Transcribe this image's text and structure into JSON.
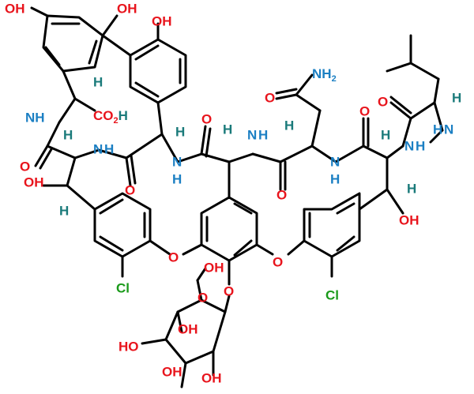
{
  "colors": {
    "bond": "#000000",
    "oxygen": "#e8141c",
    "nitrogen": "#1b7fc3",
    "hydrogen": "#1a7a7a",
    "chlorine": "#1a9a1a"
  },
  "labels": {
    "oh_top_left": "OH",
    "oh_top_mid": "OH",
    "oh_phenol_right": "OH",
    "nh2_amide": "NH",
    "nh2_sub": "2",
    "o_amide_side": "O",
    "nh_left": "NH",
    "co2h": "CO",
    "co2h_sub": "2",
    "co2h_h": "H",
    "o_ring_left": "O",
    "oh_left_benzylic": "OH",
    "h_left_upper": "H",
    "h_left_benzylic": "H",
    "h_left_chain": "H",
    "nh_a1": "N",
    "nh_a1_h": "H",
    "o_a1": "O",
    "nh_a2": "N",
    "nh_a2_h": "H",
    "o_a2": "O",
    "h_a3": "H",
    "nh_a3": "N",
    "nh_a3_h": "H",
    "o_a3": "O",
    "h_asn": "H",
    "nh_a4": "N",
    "nh_a4_h": "H",
    "o_a4": "O",
    "h_a5": "H",
    "nh_a5": "N",
    "nh_a5_h": "H",
    "o_leu": "O",
    "h_leu": "H",
    "nh_methyl": "N",
    "nh_methyl_h": "H",
    "oh_right_benzylic": "OH",
    "h_right_benzylic": "H",
    "o_ether_left": "O",
    "o_ether_right": "O",
    "o_glyco": "O",
    "cl_left": "Cl",
    "cl_right": "Cl",
    "oh_sugar_ch2": "OH",
    "o_sugar_ring": "O",
    "oh_sugar_1": "OH",
    "oh_sugar_2": "HO",
    "oh_sugar_3": "OH",
    "oh_sugar_4": "OH"
  }
}
